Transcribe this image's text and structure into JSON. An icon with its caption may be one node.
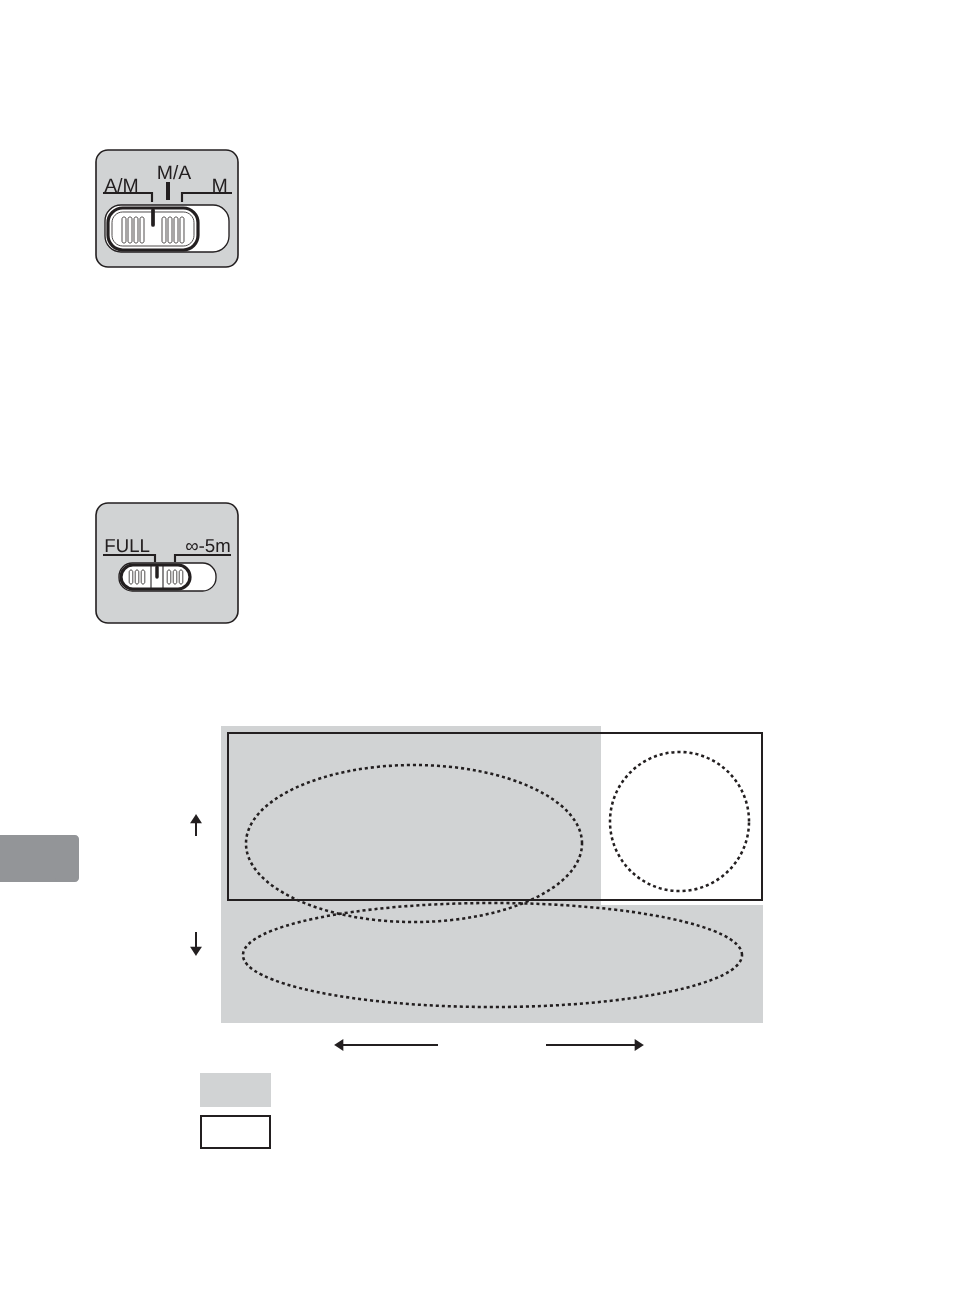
{
  "diagram": {
    "nodes": [
      {
        "text": [],
        "shape": "ellipse"
      },
      {
        "text": [],
        "shape": "circle"
      },
      {
        "text": [],
        "shape": "ellipse"
      }
    ],
    "labels": [
      "M/A",
      "A/M",
      "M",
      "FULL",
      "∞-5m"
    ]
  }
}
